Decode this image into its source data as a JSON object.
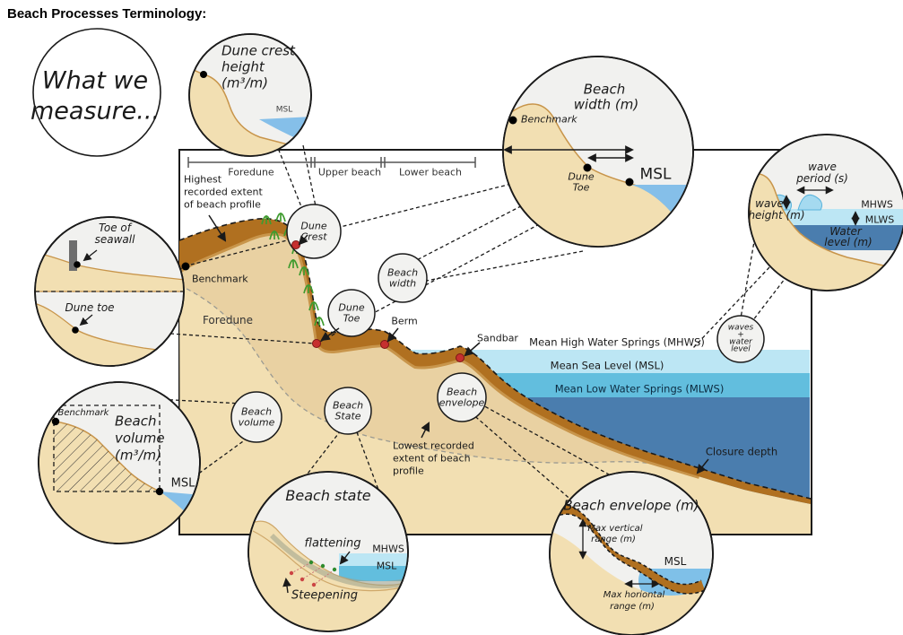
{
  "title": "Beach Processes Terminology:",
  "intro": {
    "line1": "What we",
    "line2": "measure..."
  },
  "circles": {
    "dune_crest": {
      "t": [
        "Dune crest",
        "height",
        "(m³/m)"
      ],
      "msl": "MSL"
    },
    "beach_width": {
      "t": [
        "Beach",
        "width (m)"
      ],
      "benchmark": "Benchmark",
      "dune_toe": [
        "Dune",
        "Toe"
      ],
      "msl": "MSL"
    },
    "waves": {
      "period": [
        "wave",
        "period (s)"
      ],
      "height": [
        "wave",
        "height (m)"
      ],
      "mhws": "MHWS",
      "mlws": "MLWS",
      "water_level": [
        "Water",
        "level (m)"
      ]
    },
    "seawall": {
      "toe": [
        "Toe of",
        "seawall"
      ],
      "dune_toe": "Dune toe"
    },
    "beach_volume": {
      "benchmark": "Benchmark",
      "t": [
        "Beach",
        "volume",
        "(m³/m)"
      ],
      "msl": "MSL"
    },
    "beach_state": {
      "title": "Beach state",
      "flattening": "flattening",
      "mhws": "MHWS",
      "msl": "MSL",
      "steepening": "Steepening"
    },
    "beach_envelope": {
      "title": "Beach envelope (m)",
      "vert": [
        "Max vertical",
        "range (m)"
      ],
      "msl": "MSL",
      "horiz": [
        "Max horiontal",
        "range (m)"
      ]
    }
  },
  "main": {
    "zones": {
      "foredune": "Foredune",
      "upper": "Upper beach",
      "lower": "Lower beach"
    },
    "highest_extent": [
      "Highest",
      "recorded extent",
      "of beach profile"
    ],
    "benchmark": "Benchmark",
    "foredune": "Foredune",
    "berm": "Berm",
    "sandbar": "Sandbar",
    "mhws": "Mean High Water Springs (MHWS)",
    "msl": "Mean Sea Level (MSL)",
    "mlws": "Mean Low Water Springs (MLWS)",
    "lowest_extent": [
      "Lowest recorded",
      "extent of beach",
      "profile"
    ],
    "closure_depth": "Closure depth",
    "callouts": {
      "dune_crest": [
        "Dune",
        "Crest"
      ],
      "beach_width": [
        "Beach",
        "width"
      ],
      "dune_toe": [
        "Dune",
        "Toe"
      ],
      "beach_volume": [
        "Beach",
        "volume"
      ],
      "beach_state": [
        "Beach",
        "State"
      ],
      "beach_envelope": [
        "Beach",
        "envelope"
      ],
      "waves_water": [
        "waves",
        "+",
        "water",
        "level"
      ]
    }
  },
  "colors": {
    "sand": "#f2dfb2",
    "sand_medium": "#e9d1a2",
    "envelope_brown": "#b07020",
    "envelope_light": "#c8954b",
    "water_light": "#bce6f4",
    "water_mid": "#62bede",
    "water_deep": "#4a7dae",
    "vegetation": "#3f9b2f",
    "marker_red": "#c62f2f"
  }
}
